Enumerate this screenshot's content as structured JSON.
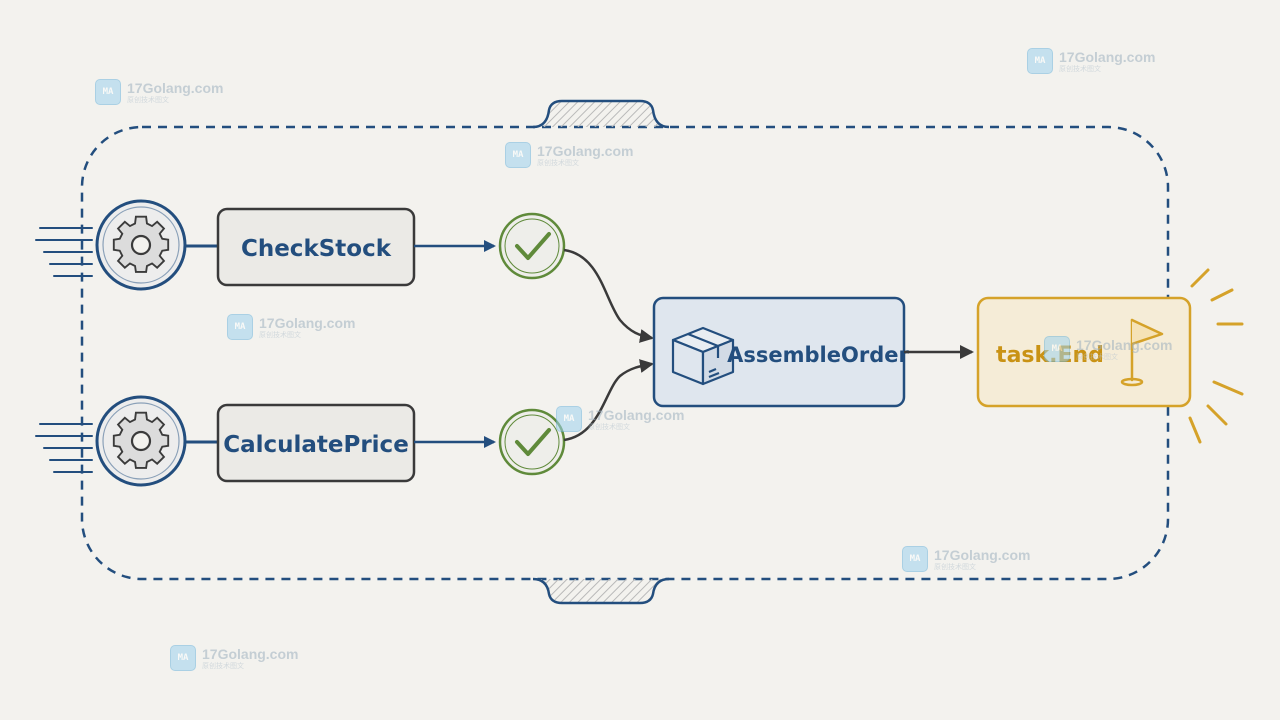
{
  "nodes": {
    "check_stock": "CheckStock",
    "calculate_price": "CalculatePrice",
    "assemble_order": "AssembleOrder",
    "task_end": "task.End"
  },
  "watermark": {
    "text": "17Golang.com",
    "subtext": "原创技术图文"
  },
  "colors": {
    "background": "#f3f2ee",
    "primary_blue": "#234e7e",
    "check_green": "#5f8a3a",
    "end_gold": "#d5a229",
    "arrow_dark": "#3a3a3a"
  }
}
